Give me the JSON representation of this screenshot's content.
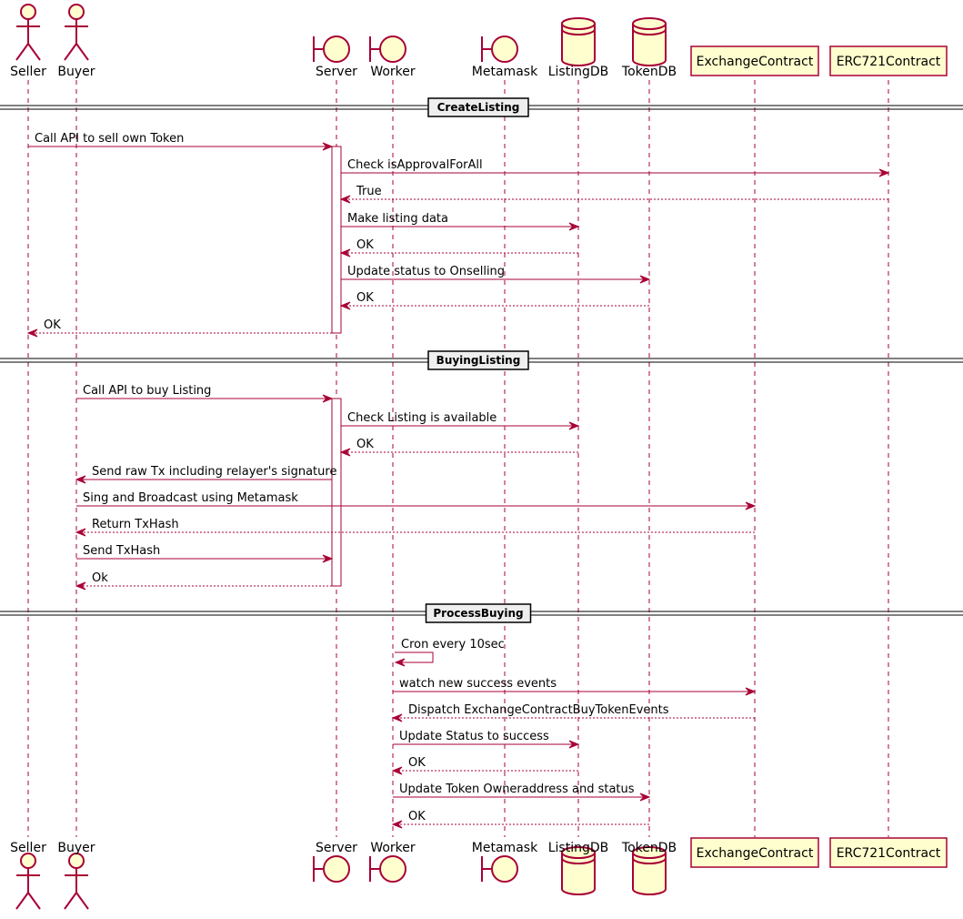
{
  "colors": {
    "line": "#A80036",
    "fill": "#FEFECE",
    "lifeline": "#A80036",
    "text": "#000000",
    "divider_box": "#EEEEEE"
  },
  "participants": [
    {
      "id": "seller",
      "name": "Seller",
      "kind": "actor"
    },
    {
      "id": "buyer",
      "name": "Buyer",
      "kind": "actor"
    },
    {
      "id": "server",
      "name": "Server",
      "kind": "boundary"
    },
    {
      "id": "worker",
      "name": "Worker",
      "kind": "boundary"
    },
    {
      "id": "metamask",
      "name": "Metamask",
      "kind": "boundary"
    },
    {
      "id": "listingdb",
      "name": "ListingDB",
      "kind": "database"
    },
    {
      "id": "tokendb",
      "name": "TokenDB",
      "kind": "database"
    },
    {
      "id": "exchange",
      "name": "ExchangeContract",
      "kind": "participant"
    },
    {
      "id": "erc721",
      "name": "ERC721Contract",
      "kind": "participant"
    }
  ],
  "dividers": [
    "CreateListing",
    "BuyingListing",
    "ProcessBuying"
  ],
  "messages": [
    {
      "from": "seller",
      "to": "server",
      "text": "Call API to sell own Token",
      "dashed": false
    },
    {
      "from": "server",
      "to": "erc721",
      "text": "Check isApprovalForAll",
      "dashed": false
    },
    {
      "from": "erc721",
      "to": "server",
      "text": "True",
      "dashed": true
    },
    {
      "from": "server",
      "to": "listingdb",
      "text": "Make listing data",
      "dashed": false
    },
    {
      "from": "listingdb",
      "to": "server",
      "text": "OK",
      "dashed": true
    },
    {
      "from": "server",
      "to": "tokendb",
      "text": "Update status to Onselling",
      "dashed": false
    },
    {
      "from": "tokendb",
      "to": "server",
      "text": "OK",
      "dashed": true
    },
    {
      "from": "server",
      "to": "seller",
      "text": "OK",
      "dashed": true
    },
    {
      "from": "buyer",
      "to": "server",
      "text": "Call API to buy Listing",
      "dashed": false
    },
    {
      "from": "server",
      "to": "listingdb",
      "text": "Check Listing is available",
      "dashed": false
    },
    {
      "from": "listingdb",
      "to": "server",
      "text": "OK",
      "dashed": true
    },
    {
      "from": "server",
      "to": "buyer",
      "text": "Send raw Tx including relayer's signature",
      "dashed": false
    },
    {
      "from": "buyer",
      "to": "exchange",
      "text": "Sing and Broadcast using Metamask",
      "dashed": false
    },
    {
      "from": "exchange",
      "to": "buyer",
      "text": "Return TxHash",
      "dashed": true
    },
    {
      "from": "buyer",
      "to": "server",
      "text": "Send TxHash",
      "dashed": false
    },
    {
      "from": "server",
      "to": "buyer",
      "text": "Ok",
      "dashed": true
    },
    {
      "from": "worker",
      "to": "worker",
      "text": "Cron every 10sec",
      "dashed": false
    },
    {
      "from": "worker",
      "to": "exchange",
      "text": "watch new success events",
      "dashed": false
    },
    {
      "from": "exchange",
      "to": "worker",
      "text": "Dispatch ExchangeContractBuyTokenEvents",
      "dashed": true
    },
    {
      "from": "worker",
      "to": "listingdb",
      "text": "Update Status to success",
      "dashed": false
    },
    {
      "from": "listingdb",
      "to": "worker",
      "text": "OK",
      "dashed": true
    },
    {
      "from": "worker",
      "to": "tokendb",
      "text": "Update Token Owneraddress and status",
      "dashed": false
    },
    {
      "from": "tokendb",
      "to": "worker",
      "text": "OK",
      "dashed": true
    }
  ]
}
